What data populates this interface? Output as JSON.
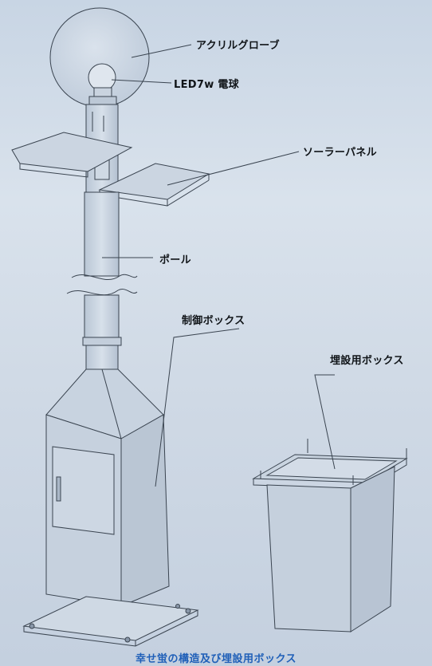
{
  "labels": {
    "globe": "アクリルグローブ",
    "bulb": "LED7w 電球",
    "panel": "ソーラーパネル",
    "pole": "ポール",
    "control_box": "制御ボックス",
    "buried_box": "埋設用ボックス"
  },
  "caption": "幸せ蛍の構造及び埋設用ボックス",
  "colors": {
    "line": "#3a4450",
    "fill": "#c7d2df",
    "caption": "#1f5fb8"
  }
}
